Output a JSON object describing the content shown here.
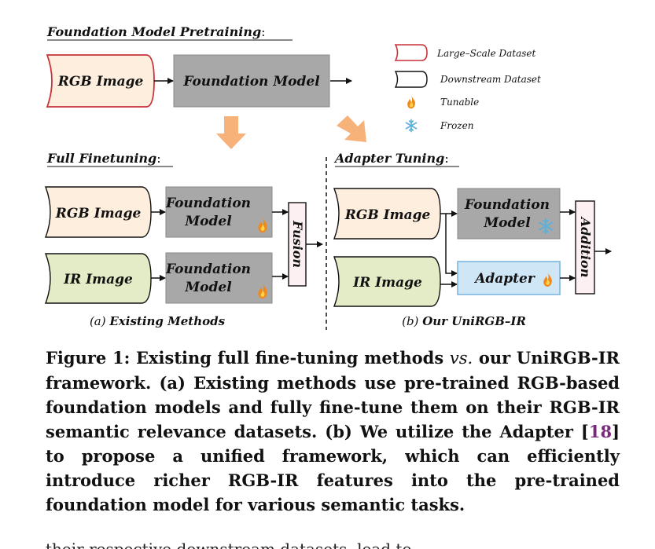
{
  "figure": {
    "pretraining": {
      "heading": "Foundation Model Pretraining",
      "rgb_label": "RGB Image",
      "model_label": "Foundation Model"
    },
    "legend": {
      "large_scale": "Large–Scale Dataset",
      "downstream": "Downstream Dataset",
      "tunable": "Tunable",
      "frozen": "Frozen"
    },
    "full_finetuning": {
      "heading": "Full Finetuning",
      "rgb_label": "RGB Image",
      "ir_label": "IR Image",
      "model_line1": "Foundation",
      "model_line2": "Model",
      "fusion_label": "Fusion",
      "sub_caption_letter": "(a)",
      "sub_caption_text": "Existing Methods"
    },
    "adapter_tuning": {
      "heading": "Adapter Tuning",
      "rgb_label": "RGB Image",
      "ir_label": "IR Image",
      "model_line1": "Foundation",
      "model_line2": "Model",
      "adapter_label": "Adapter",
      "addition_label": "Addition",
      "sub_caption_letter": "(b)",
      "sub_caption_text": "Our UniRGB–IR"
    },
    "colors": {
      "rgb_fill": "#fdeedd",
      "ir_fill": "#e3ecc6",
      "model_fill": "#a8a8a8",
      "adapter_fill": "#cfe6f7",
      "adapter_stroke": "#7fb7e0",
      "fusion_fill": "#fdf0f3",
      "large_scale_stroke": "#c8323a",
      "arrow_orange": "#f7b27a",
      "flame": "#f08a1c",
      "snow": "#5fb0d8"
    }
  },
  "caption": {
    "prefix": "Figure 1: Existing full fine-tuning methods ",
    "vs": "vs.",
    "part2": " our UniRGB-IR framework. (a) Existing methods use pre-trained RGB-based foundation models and fully fine-tune them on their RGB-IR semantic relevance datasets. (b) We utilize the Adapter [",
    "ref": "18",
    "part3": "] to propose a unified framework, which can efficiently introduce richer RGB-IR features into the pre-trained foundation model for various semantic tasks."
  },
  "body_tail": "their respective downstream datasets, lead to..."
}
